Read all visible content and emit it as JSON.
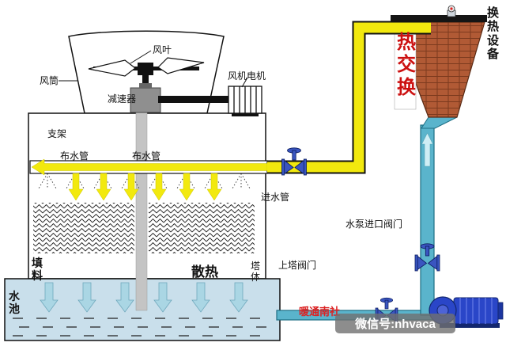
{
  "labels": {
    "fan_blade": "风叶",
    "fan_duct": "风筒",
    "reducer": "减速器",
    "fan_motor": "风机电机",
    "support": "支架",
    "water_dist_pipe": "布水管",
    "inlet_pipe": "进水管",
    "fill_material": "填料",
    "heat_dissipation": "散热",
    "tower_body": "塔体",
    "tower_valve": "上塔阀门",
    "pump_inlet_valve": "水泵进口阀门",
    "water_pool": "水池",
    "heat_exchange": "热交换",
    "heat_exchange_equipment": "换热设备"
  },
  "watermark": {
    "brand": "暖通南社",
    "wechat": "微信号:nhvaca"
  },
  "colors": {
    "hot_pipe": "#f2e90e",
    "cold_pipe": "#5ab4cc",
    "cold_pipe_light": "#cfeef5",
    "valve_blue": "#3a55c0",
    "pump_blue": "#2a46c8",
    "exchanger_brick": "#b15a35",
    "pool_fill": "#c9dfeb",
    "label_red": "#cc1111"
  }
}
